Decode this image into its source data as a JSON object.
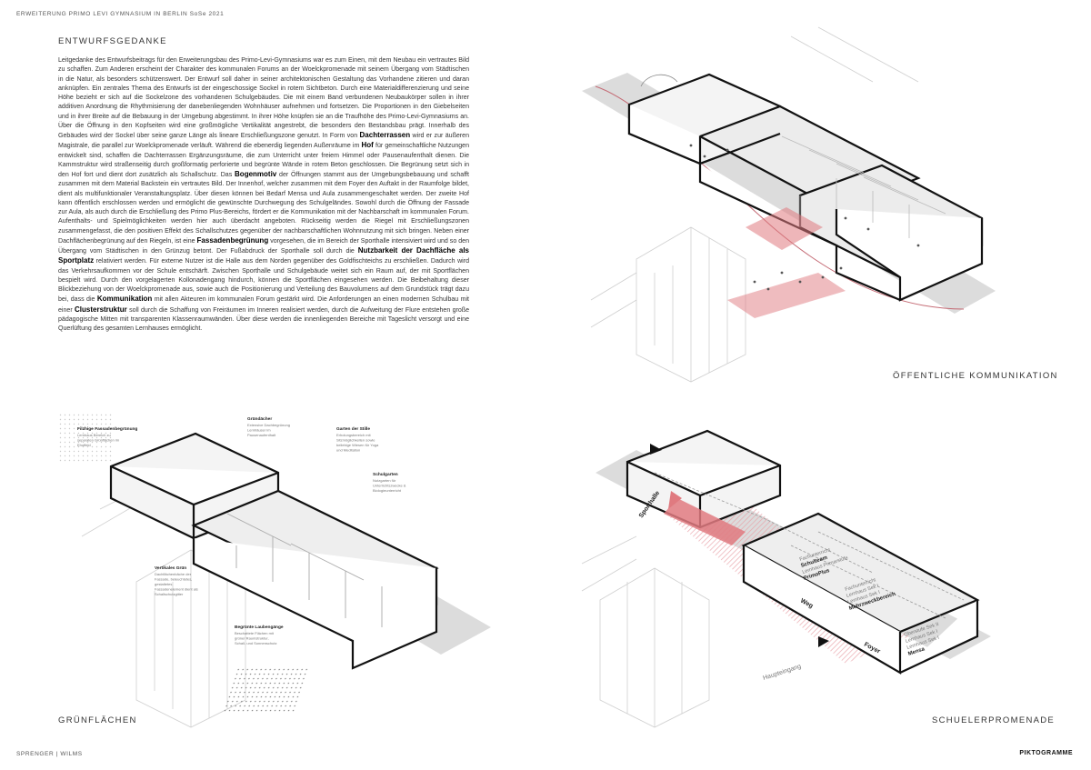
{
  "header": {
    "title": "ERWEITERUNG PRIMO LEVI GYMNASIUM IN BERLIN SoSe 2021"
  },
  "footer": {
    "left": "SPRENGER | WILMS",
    "right": "PIKTOGRAMME"
  },
  "text_section": {
    "title": "ENTWURFSGEDANKE",
    "segments": [
      {
        "t": "Leitgedanke des Entwurfsbeitrags für den Erweiterungsbau des Primo-Levi-Gymnasiums war es zum Einen, mit dem Neubau ein vertrautes Bild zu schaffen. Zum Anderen erscheint der Charakter des kommunalen Forums an der Woelckpromenade mit seinem Übergang vom Städtischen in die Natur, als besonders schützenswert. Der Entwurf soll daher in seiner architektonischen Gestaltung das Vorhandene zitieren und daran anknüpfen. Ein zentrales Thema des Entwurfs ist der eingeschossige Sockel in rotem Sichtbeton. Durch eine Materialdifferenzierung und seine Höhe bezieht er sich auf die Sockelzone des vorhandenen Schulgebäudes. Die mit einem Band verbundenen Neubaukörper sollen in ihrer additiven Anordnung die Rhythmisierung der danebenliegenden Wohnhäuser aufnehmen und fortsetzen. Die Proportionen in den Giebelseiten und in ihrer Breite auf die Bebauung in der Umgebung abgestimmt. In ihrer Höhe knüpfen sie an die Traufhöhe des Primo-Levi-Gymnasiums an. Über die Öffnung in den Kopfseiten wird eine großmögliche Vertikalität angestrebt, die besonders den Bestandsbau prägt. Innerhalb des Gebäudes wird der Sockel über seine ganze Länge als lineare Erschließungszone genutzt. In Form von ",
        "b": false
      },
      {
        "t": "Dachterrassen",
        "b": true
      },
      {
        "t": " wird er zur äußeren Magistrale, die parallel zur Woelckpromenade verläuft. Während die ebenerdig liegenden Außenräume im ",
        "b": false
      },
      {
        "t": "Hof",
        "b": true
      },
      {
        "t": " für gemeinschaftliche Nutzungen entwickelt sind, schaffen die Dachterrassen Ergänzungsräume, die zum Unterricht unter freiem Himmel oder Pausenaufenthalt dienen. Die Kammstruktur wird straßenseitig durch großformatig perforierte und begrünte Wände in rotem Beton geschlossen. Die Begrünung setzt sich in den Hof fort und dient dort zusätzlich als Schallschutz. Das ",
        "b": false
      },
      {
        "t": "Bogenmotiv",
        "b": true
      },
      {
        "t": " der Öffnungen stammt aus der Umgebungsbebauung und schafft zusammen mit dem Material Backstein ein vertrautes Bild. Der Innenhof, welcher zusammen mit dem Foyer den Auftakt in der Raumfolge bildet, dient als multifunktionaler Veranstaltungsplatz. Über diesen können bei Bedarf Mensa und Aula zusammengeschaltet werden. Der zweite Hof kann öffentlich erschlossen werden und ermöglicht die gewünschte Durchwegung des Schulgeländes. Sowohl durch die Öffnung der Fassade zur Aula, als auch durch die Erschließung des Primo Plus-Bereichs, fördert er die Kommunikation mit der Nachbarschaft im kommunalen Forum. Aufenthalts- und Spielmöglichkeiten werden hier auch überdacht angeboten. Rückseitig werden die Riegel mit Erschließungszonen zusammengefasst, die den positiven Effekt des Schallschutzes gegenüber der nachbarschaftlichen Wohnnutzung mit sich bringen. Neben einer Dachflächenbegrünung auf den Riegeln, ist eine ",
        "b": false
      },
      {
        "t": "Fassadenbegrünung",
        "b": true
      },
      {
        "t": " vorgesehen, die im Bereich der Sporthalle intensiviert wird und so den Übergang vom Städtischen in den Grünzug betont. Der Fußabdruck der Sporthalle soll durch die ",
        "b": false
      },
      {
        "t": "Nutzbarkeit der Dachfläche als Sportplatz",
        "b": true
      },
      {
        "t": " relativiert werden. Für externe Nutzer ist die Halle aus dem Norden gegenüber des Goldfischteichs zu erschließen. Dadurch wird das Verkehrsaufkommen vor der Schule entschärft. Zwischen Sporthalle und Schulgebäude weitet sich ein Raum auf, der mit Sportflächen bespielt wird. Durch den vorgelagerten Kollonadengang hindurch, können die Sportflächen eingesehen werden. Die Beibehaltung dieser Blickbeziehung von der Woelckpromenade aus, sowie auch die Positionierung und Verteilung des Bauvolumens auf dem Grundstück trägt dazu bei, dass die ",
        "b": false
      },
      {
        "t": "Kommunikation",
        "b": true
      },
      {
        "t": " mit allen Akteuren im kommunalen Forum gestärkt wird. Die Anforderungen an einen modernen Schulbau mit einer ",
        "b": false
      },
      {
        "t": "Clusterstruktur",
        "b": true
      },
      {
        "t": " soll durch die Schaffung von Freiräumen im Inneren realisiert werden, durch die Aufweitung der Flure entstehen große pädagogische Mitten mit transparenten Klassenraumwänden. Über diese werden die innenliegenden Bereiche mit Tageslicht versorgt und eine Querlüftung des gesamten Lernhauses ermöglicht.",
        "b": false
      }
    ]
  },
  "diagrams": {
    "top_right": {
      "label": "ÖFFENTLICHE KOMMUNIKATION"
    },
    "bottom_left": {
      "label": "GRÜNFLÄCHEN",
      "annotations": [
        {
          "title": "Filzhige Fassadenbegrünung",
          "sub": "Lernhaus Bereich zu separaten Grünflächen im Ehoffeld"
        },
        {
          "title": "Gründächer",
          "sub": "Extensive Dachbegrünung Lernhäuser im Pausenaufenthalt"
        },
        {
          "title": "Garten der Stille",
          "sub": "Erholungsbereich mit Sitzmöglichkeiten sowie beliebige Wiesen für Yoga und Meditation"
        },
        {
          "title": "Schulgarten",
          "sub": "Nutzgarten für Unterrichtszwecke & Biologieunterricht"
        },
        {
          "title": "Vertikales Grün",
          "sub": "Dachflächenbäche der Fassade, beleuchtetes, gestaltetes Fassadenelement dient als Schallschutzgitter"
        },
        {
          "title": "Begrünte Laubengänge",
          "sub": "Beschattete Flächen mit grüner Raumstruktur, Schall- und Sonnenschutz"
        }
      ]
    },
    "bottom_right": {
      "label": "SCHUELERPROMENADE",
      "tags": [
        {
          "lines": [
            "Fachunterricht",
            "Schulteam",
            "Lernhaus Primarstufe",
            "PrimoPlus"
          ]
        },
        {
          "lines": [
            "Fachunterricht",
            "Lernhaus Sek I",
            "Lernhaus Sek I",
            "Mehrzweckbereich"
          ]
        },
        {
          "lines": [
            "Oberstufe Sek II",
            "Lernhaus Sek I",
            "Lernhaus Sek I",
            "Mensa"
          ]
        }
      ],
      "path_labels": {
        "sport": "Sporthalle",
        "weg": "Weg",
        "foyer": "Foyer",
        "entrance": "Haupteingang"
      }
    }
  },
  "colors": {
    "accent_red": "#e07a80",
    "ground": "#dcdcdc",
    "roof": "#ececec",
    "line": "#111111"
  }
}
